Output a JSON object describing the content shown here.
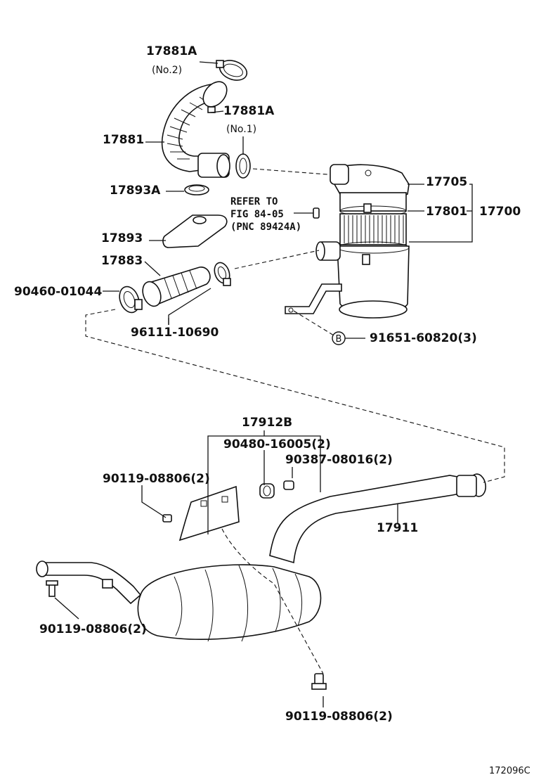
{
  "labels": {
    "p17881a_top": "17881A",
    "p17881a_top_sub": "(No.2)",
    "p17881a_mid": "17881A",
    "p17881a_mid_sub": "(No.1)",
    "p17881": "17881",
    "p17893a": "17893A",
    "refer_line1": "REFER TO",
    "refer_line2": "FIG 84-05",
    "refer_line3": "(PNC 89424A)",
    "p17893": "17893",
    "p17883": "17883",
    "p90460": "90460-01044",
    "p96111": "96111-10690",
    "p17705": "17705",
    "p17801": "17801",
    "p17700": "17700",
    "b_marker": "B",
    "p91651": "91651-60820(3)",
    "p17912b": "17912B",
    "p90480": "90480-16005(2)",
    "p90387": "90387-08016(2)",
    "p90119_a": "90119-08806(2)",
    "p17911": "17911",
    "p90119_b": "90119-08806(2)",
    "p90119_c": "90119-08806(2)",
    "figure_code": "172096C"
  }
}
